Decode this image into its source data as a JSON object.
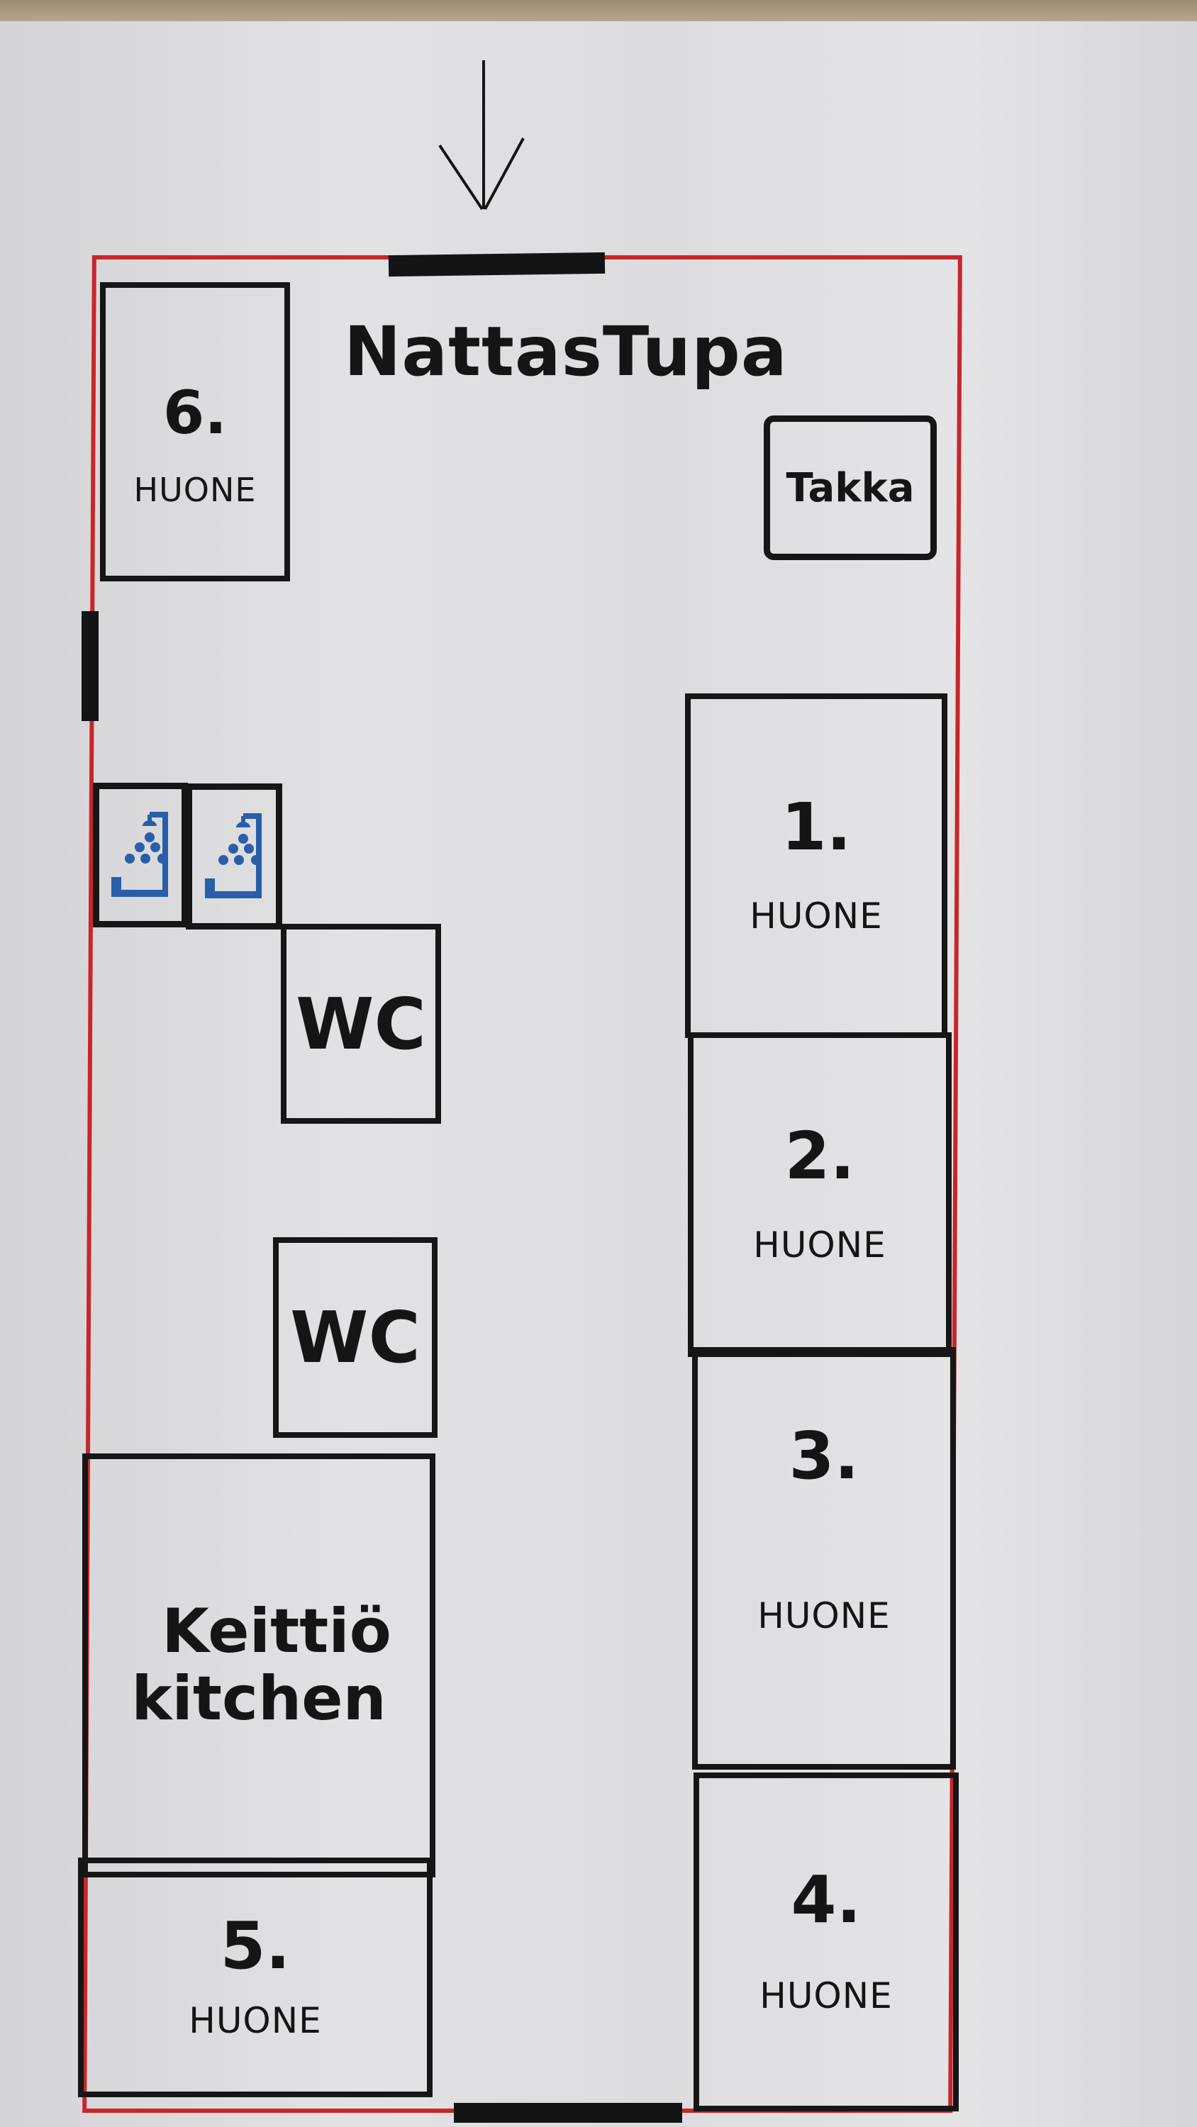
{
  "plan": {
    "title": "NattasTupa",
    "entrance_arrow": "arrow-down-icon",
    "colors": {
      "outer_wall": "#c8262a",
      "room_lines": "#161616",
      "shower_icon": "#2a5ea8",
      "paper": "#e0e0e2"
    },
    "fireplace": {
      "label": "Takka"
    },
    "rooms": [
      {
        "number": "1.",
        "label": "HUONE"
      },
      {
        "number": "2.",
        "label": "HUONE"
      },
      {
        "number": "3.",
        "label": "HUONE"
      },
      {
        "number": "4.",
        "label": "HUONE"
      },
      {
        "number": "5.",
        "label": "HUONE"
      },
      {
        "number": "6.",
        "label": "HUONE"
      }
    ],
    "toilets": [
      {
        "label": "WC"
      },
      {
        "label": "WC"
      }
    ],
    "showers": [
      {
        "icon": "shower-icon"
      },
      {
        "icon": "shower-icon"
      }
    ],
    "kitchen": {
      "label_fi": "Keittiö",
      "label_en": "kitchen"
    }
  }
}
